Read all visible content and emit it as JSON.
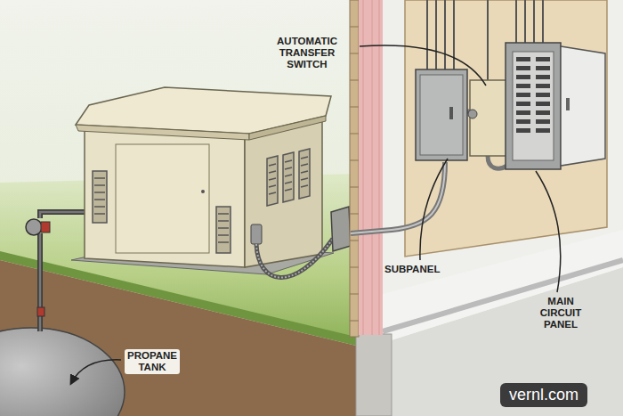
{
  "diagram": {
    "labels": [
      "AUTOMATIC TRANSFER SWITCH",
      "SUBPANEL",
      "MAIN CIRCUIT PANEL",
      "PROPANE TANK",
      "vernl.com"
    ]
  }
}
